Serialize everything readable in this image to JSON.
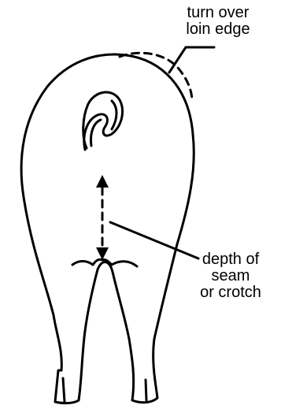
{
  "labels": {
    "loin_edge": [
      "turn over",
      "loin edge"
    ],
    "seam": [
      "depth of",
      "seam",
      "or crotch"
    ]
  },
  "colors": {
    "ink": "#000000",
    "background": "#ffffff"
  }
}
